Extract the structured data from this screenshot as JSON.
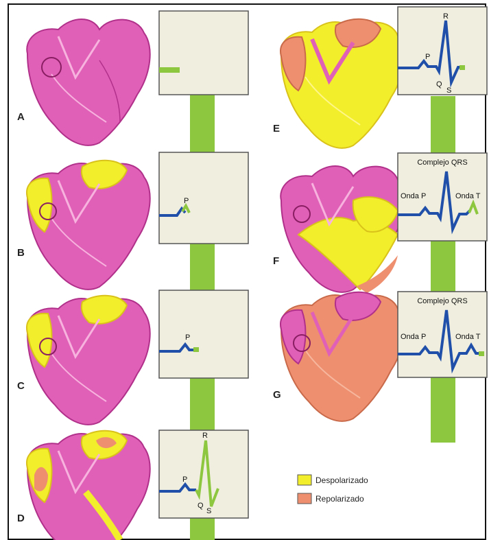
{
  "panels": [
    {
      "letter": "A",
      "wave_labels": []
    },
    {
      "letter": "B",
      "wave_labels": [
        "P"
      ]
    },
    {
      "letter": "C",
      "wave_labels": [
        "P"
      ]
    },
    {
      "letter": "D",
      "wave_labels": [
        "P",
        "R",
        "Q",
        "S"
      ]
    },
    {
      "letter": "E",
      "wave_labels": [
        "P",
        "R",
        "Q",
        "S"
      ]
    },
    {
      "letter": "F",
      "title": "Complejo QRS",
      "wave_labels": [
        "Onda P",
        "Onda T"
      ]
    },
    {
      "letter": "G",
      "title": "Complejo QRS",
      "wave_labels": [
        "Onda P",
        "Onda T"
      ]
    }
  ],
  "legend": [
    {
      "label": "Despolarizado",
      "color": "#f2ee2c"
    },
    {
      "label": "Repolarizado",
      "color": "#ee9070"
    }
  ],
  "colors": {
    "heart": "#e060b8",
    "heart_dark": "#b0308a",
    "depol": "#f2ee2c",
    "repol": "#ee9070",
    "ecg_bg": "#f0efdf",
    "ecg_trace": "#1f4fa8",
    "green": "#8dc63f"
  }
}
